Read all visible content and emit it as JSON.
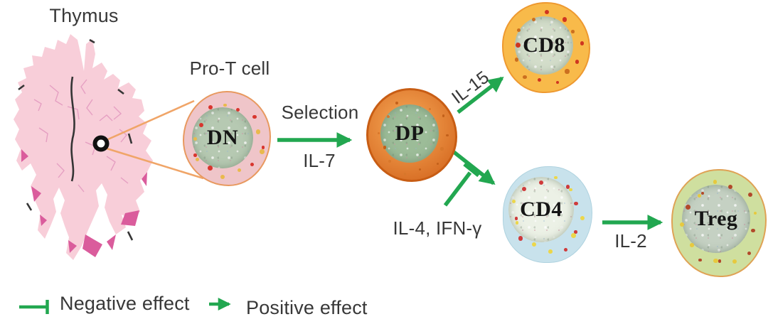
{
  "diagram": {
    "organ_label": "Thymus",
    "pro_t_label": "Pro-T cell",
    "cells": {
      "dn": {
        "label": "DN",
        "body": "#efc5c9",
        "membrane": "#e8995f",
        "nucleus": "#b6c9b2",
        "dots": [
          "#d8362e",
          "#e9b94c"
        ]
      },
      "dp": {
        "label": "DP",
        "body": "#ec9445",
        "body_edge": "#d4671f",
        "membrane": "#c85d14",
        "nucleus": "#9cbc98",
        "dots": [
          "#c2601a",
          "#d7772b"
        ]
      },
      "cd8": {
        "label": "CD8",
        "body": "#f8ba4a",
        "membrane": "#ee9930",
        "nucleus": "#d3ddca",
        "dots": [
          "#cf3520",
          "#cc6f1f"
        ]
      },
      "cd4": {
        "label": "CD4",
        "body": "#c8e2ec",
        "membrane": "#aed2df",
        "nucleus": "#ecf1e6",
        "dots": [
          "#cf3b3b",
          "#ecd64a"
        ]
      },
      "treg": {
        "label": "Treg",
        "body": "#cfdf9f",
        "membrane": "#dfa255",
        "nucleus": "#c5d1c3",
        "dots": [
          "#b2492a",
          "#e7c93e"
        ]
      }
    },
    "arrows": {
      "selection": {
        "top_label": "Selection",
        "bottom_label": "IL-7"
      },
      "il15": {
        "label": "IL-15"
      },
      "il2": {
        "label": "IL-2"
      },
      "inhibition": {
        "label": "IL-4, IFN-γ"
      }
    },
    "legend": {
      "negative_label": "Negative effect",
      "positive_label": "Positive effect"
    },
    "colors": {
      "positive_arrow": "#22a750",
      "callout_line": "#f0a568",
      "thymus_fill": "#f8ced9",
      "thymus_patch": "#da5c9c",
      "thymus_lobule_line": "#e59fc2",
      "text": "#383838"
    }
  }
}
